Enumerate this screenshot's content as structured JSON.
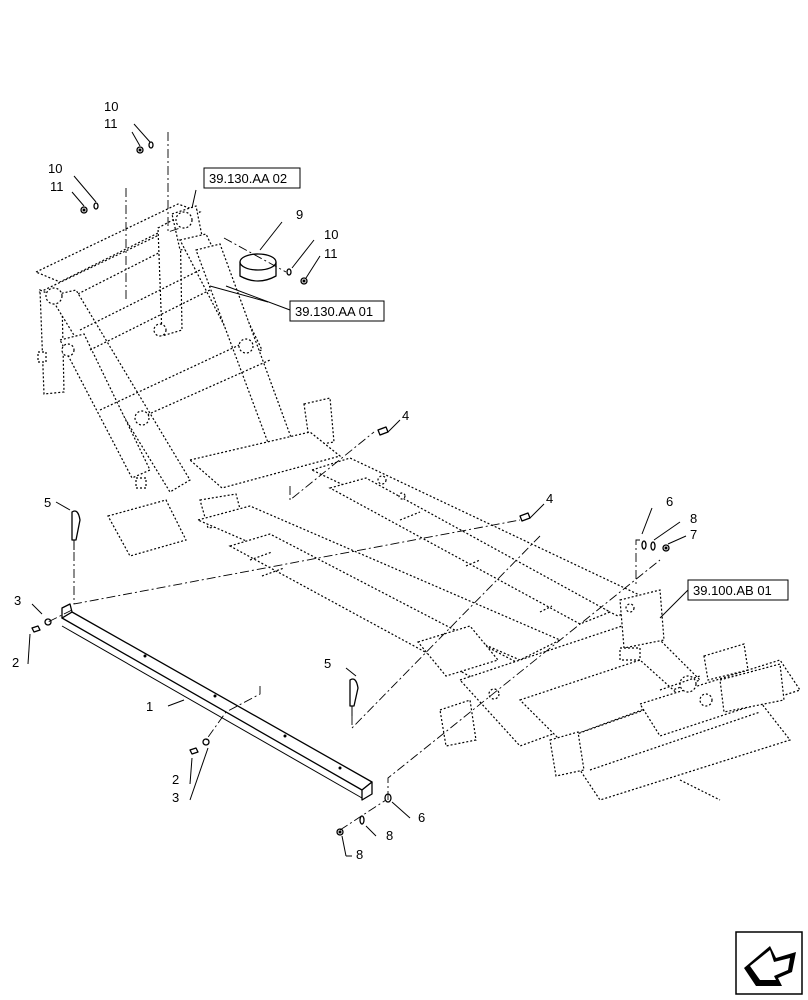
{
  "callouts": {
    "c10a": "10",
    "c11a": "11",
    "c10b": "10",
    "c11b": "11",
    "c10c": "10",
    "c11c": "11",
    "c9": "9",
    "c4a": "4",
    "c4b": "4",
    "c5a": "5",
    "c5b": "5",
    "c6a": "6",
    "c8a": "8",
    "c7": "7",
    "c3a": "3",
    "c2a": "2",
    "c1": "1",
    "c2b": "2",
    "c3b": "3",
    "c6b": "6",
    "c8b": "8",
    "c8c": "8"
  },
  "references": {
    "ref_aa02": "39.130.AA 02",
    "ref_aa01": "39.130.AA 01",
    "ref_ab01": "39.100.AB 01"
  },
  "nav_icon": "next-page-arrow-icon"
}
